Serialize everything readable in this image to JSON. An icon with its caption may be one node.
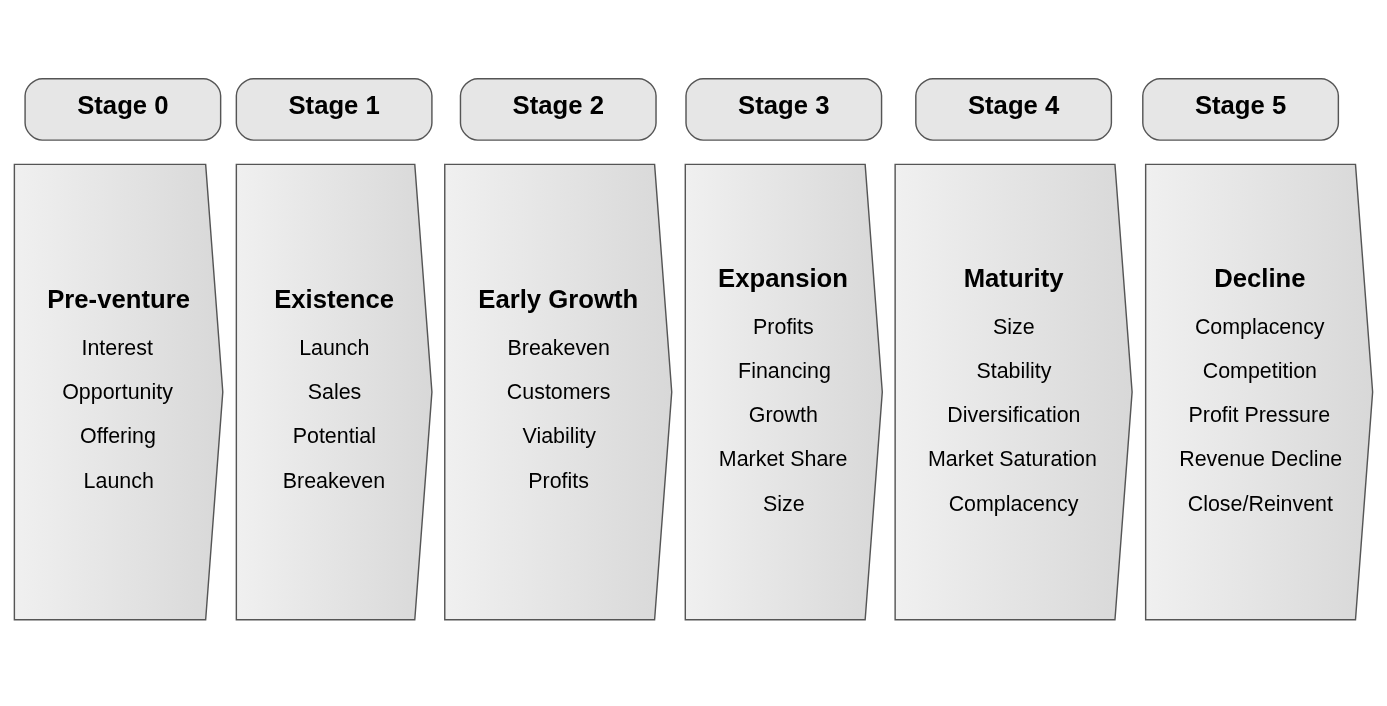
{
  "diagram": {
    "nodes": [
      {
        "text": [
          "Stage 0"
        ]
      },
      {
        "text": [
          "Stage 1"
        ]
      },
      {
        "text": [
          "Stage 2"
        ]
      },
      {
        "text": [
          "Stage 3"
        ]
      },
      {
        "text": [
          "Stage 4"
        ]
      },
      {
        "text": [
          "Stage 5"
        ]
      },
      {
        "text": [
          "Pre-venture",
          "Interest",
          "Opportunity",
          "Offering",
          "Launch"
        ]
      },
      {
        "text": [
          "Existence",
          "Launch",
          "Sales",
          "Potential",
          "Breakeven"
        ]
      },
      {
        "text": [
          "Early Growth",
          "Breakeven",
          "Customers",
          "Viability",
          "Profits"
        ]
      },
      {
        "text": [
          "Expansion",
          "Profits",
          "Financing",
          "Growth",
          "Market Share",
          "Size"
        ]
      },
      {
        "text": [
          "Maturity",
          "Size",
          "Stability",
          "Diversification",
          "Market Saturation",
          "Complacency"
        ]
      },
      {
        "text": [
          "Decline",
          "Complacency",
          "Competition",
          "Profit Pressure",
          "Revenue Decline",
          "Close/Reinvent"
        ]
      }
    ],
    "edges": []
  }
}
